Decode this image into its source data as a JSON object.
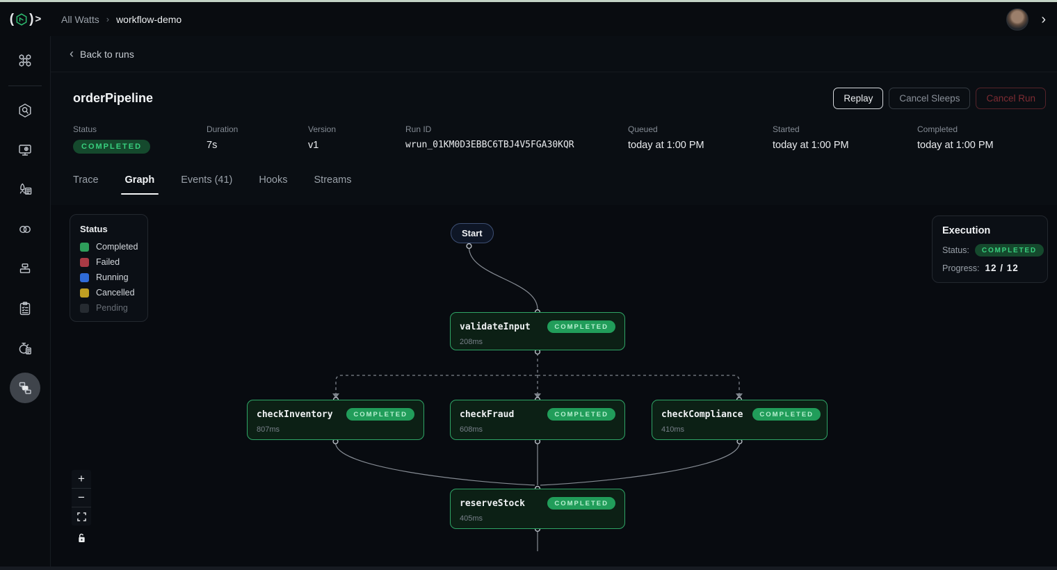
{
  "colors": {
    "accent_green": "#2e9e5b",
    "node_border": "#2fa566",
    "badge_bg": "#15492d",
    "badge_text": "#38d07e",
    "cancel_run_red": "#7e2c33",
    "legend_completed": "#2e9e5b",
    "legend_failed": "#a93a45",
    "legend_running": "#2f6bd8",
    "legend_cancelled": "#bf9e22",
    "legend_pending": "#262b31"
  },
  "topbar": {
    "breadcrumb_root": "All Watts",
    "breadcrumb_sep": "›",
    "breadcrumb_current": "workflow-demo",
    "logo_paren_open": "(",
    "logo_paren_close": ")",
    "logo_gt": ">",
    "profile_chevron": "›"
  },
  "sidebar": {
    "icons": [
      "hexagon-grid",
      "hexagon-search",
      "monitor-gear",
      "rocket-list",
      "double-rings",
      "server-stack",
      "clipboard-check",
      "stopwatch-doc",
      "flowchart"
    ],
    "active_icon": "flowchart"
  },
  "back_link": {
    "chevron": "‹",
    "label": "Back to runs"
  },
  "run_header": {
    "title": "orderPipeline",
    "buttons": {
      "replay": "Replay",
      "cancel_sleeps": "Cancel Sleeps",
      "cancel_run": "Cancel Run"
    },
    "meta": {
      "status_label": "Status",
      "status_value": "COMPLETED",
      "duration_label": "Duration",
      "duration_value": "7s",
      "version_label": "Version",
      "version_value": "v1",
      "run_id_label": "Run ID",
      "run_id_value": "wrun_01KM0D3EBBC6TBJ4V5FGA30KQR",
      "queued_label": "Queued",
      "queued_value": "today at 1:00 PM",
      "started_label": "Started",
      "started_value": "today at 1:00 PM",
      "completed_label": "Completed",
      "completed_value": "today at 1:00 PM"
    }
  },
  "tabs": [
    {
      "label": "Trace",
      "active": false
    },
    {
      "label": "Graph",
      "active": true
    },
    {
      "label": "Events (41)",
      "active": false
    },
    {
      "label": "Hooks",
      "active": false
    },
    {
      "label": "Streams",
      "active": false
    }
  ],
  "legend": {
    "title": "Status",
    "items": [
      {
        "label": "Completed",
        "color": "#2e9e5b"
      },
      {
        "label": "Failed",
        "color": "#a93a45"
      },
      {
        "label": "Running",
        "color": "#2f6bd8"
      },
      {
        "label": "Cancelled",
        "color": "#bf9e22"
      },
      {
        "label": "Pending",
        "color": "#262b31",
        "dimmed": true
      }
    ]
  },
  "execution": {
    "title": "Execution",
    "status_label": "Status:",
    "status_value": "COMPLETED",
    "progress_label": "Progress:",
    "progress_value": "12  /  12"
  },
  "graph": {
    "start_label": "Start",
    "nodes": [
      {
        "name": "validateInput",
        "status": "COMPLETED",
        "duration": "208ms"
      },
      {
        "name": "checkInventory",
        "status": "COMPLETED",
        "duration": "807ms"
      },
      {
        "name": "checkFraud",
        "status": "COMPLETED",
        "duration": "608ms"
      },
      {
        "name": "checkCompliance",
        "status": "COMPLETED",
        "duration": "410ms"
      },
      {
        "name": "reserveStock",
        "status": "COMPLETED",
        "duration": "405ms"
      }
    ]
  },
  "controls": {
    "zoom_in": "+",
    "zoom_out": "−"
  }
}
